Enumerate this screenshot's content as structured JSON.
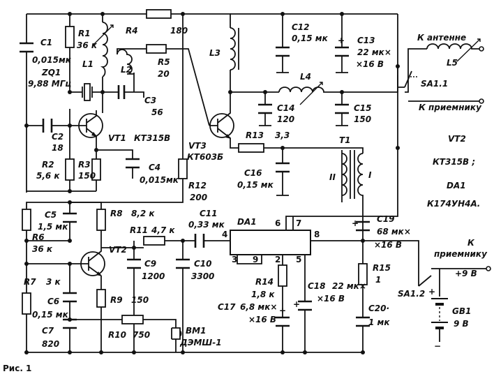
{
  "figure_caption": "Рис. 1",
  "components": {
    "C1": {
      "ref": "C1",
      "value": "0,015мк"
    },
    "C2": {
      "ref": "C2",
      "value": "18"
    },
    "C3": {
      "ref": "C3",
      "value": "56"
    },
    "C4": {
      "ref": "C4",
      "value": "0,015мк"
    },
    "C5": {
      "ref": "C5",
      "value": "1,5 мк"
    },
    "C6": {
      "ref": "C6",
      "value": "0,15 мк"
    },
    "C7": {
      "ref": "C7",
      "value": "820"
    },
    "C9": {
      "ref": "C9",
      "value": "1200"
    },
    "C10": {
      "ref": "C10",
      "value": "3300"
    },
    "C11": {
      "ref": "C11",
      "value": "0,33 мк"
    },
    "C12": {
      "ref": "C12",
      "value": "0,15 мк"
    },
    "C13": {
      "ref": "C13",
      "value": "22 мк×",
      "value2": "×16 В"
    },
    "C14": {
      "ref": "C14",
      "value": "120"
    },
    "C15": {
      "ref": "C15",
      "value": "150"
    },
    "C16": {
      "ref": "C16",
      "value": "0,15 мк"
    },
    "C17": {
      "ref": "C17",
      "value": "6,8 мк×",
      "value2": "×16 В"
    },
    "C18": {
      "ref": "C18",
      "value": "22 мк×",
      "value2": "×16 В"
    },
    "C19": {
      "ref": "C19",
      "value": "68 мк×",
      "value2": "×16 В"
    },
    "C20": {
      "ref": "C20·",
      "value": "1 мк"
    },
    "R1": {
      "ref": "R1",
      "value": "36 к"
    },
    "R2": {
      "ref": "R2",
      "value": "5,6 к"
    },
    "R3": {
      "ref": "R3",
      "value": "150"
    },
    "R4": {
      "ref": "R4",
      "value": "180"
    },
    "R5": {
      "ref": "R5",
      "value": "20"
    },
    "R6": {
      "ref": "R6",
      "value": "36 к"
    },
    "R7": {
      "ref": "R7",
      "value": "3 к"
    },
    "R8": {
      "ref": "R8",
      "value": "8,2 к"
    },
    "R9": {
      "ref": "R9",
      "value": "150"
    },
    "R10": {
      "ref": "R10",
      "value": "750"
    },
    "R11": {
      "ref": "R11",
      "value": "4,7 к"
    },
    "R12": {
      "ref": "R12",
      "value": "200"
    },
    "R13": {
      "ref": "R13",
      "value": "3,3"
    },
    "R14": {
      "ref": "R14",
      "value": "1,8 к"
    },
    "R15": {
      "ref": "R15",
      "value": "1"
    },
    "L1": {
      "ref": "L1"
    },
    "L2": {
      "ref": "L2"
    },
    "L3": {
      "ref": "L3"
    },
    "L4": {
      "ref": "L4"
    },
    "L5": {
      "ref": "L5"
    },
    "ZQ1": {
      "ref": "ZQ1",
      "value": "9,88 МГц"
    },
    "VT1": {
      "ref": "VT1",
      "type": "КТ315В"
    },
    "VT2": {
      "ref": "VT2"
    },
    "VT3": {
      "ref": "VT3",
      "type": "КТ603Б"
    },
    "DA1": {
      "ref": "DA1"
    },
    "T1": {
      "ref": "T1",
      "winding1": "II",
      "winding2": "I"
    },
    "BM1": {
      "ref": "ВМ1",
      "type": "ДЭМШ-1"
    },
    "GB1": {
      "ref": "GB1",
      "value": "9 В"
    },
    "SA1_1": {
      "ref": "SA1.1"
    },
    "SA1_2": {
      "ref": "SA1.2"
    }
  },
  "da1_pins": [
    "6",
    "7",
    "4",
    "8",
    "3",
    "9",
    "2",
    "5"
  ],
  "terminals": {
    "antenna": "К антенне",
    "receiver_1": "К приемнику",
    "receiver_2_line1": "К",
    "receiver_2_line2": "приемнику",
    "supply": "+9 В"
  },
  "legend": {
    "vt2_label": "VT2",
    "vt2_type": "КТ315В ;",
    "da1_label": "DA1",
    "da1_type": "К174УН4А."
  }
}
